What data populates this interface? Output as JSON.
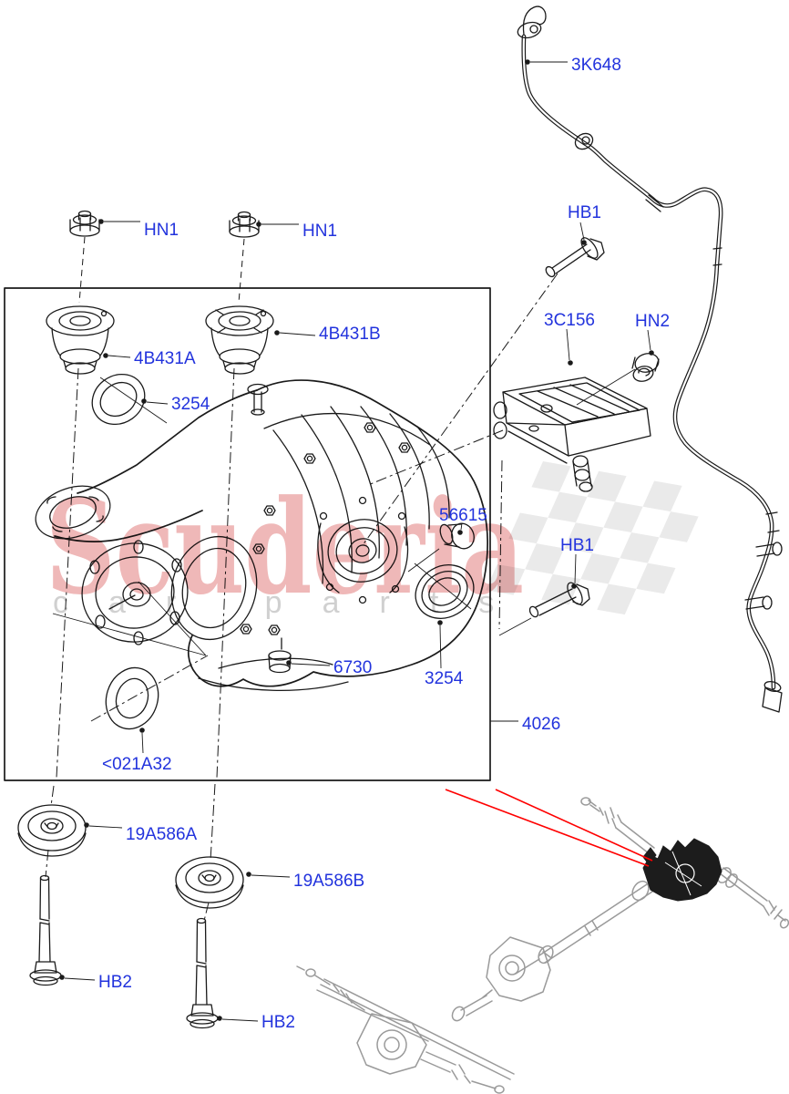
{
  "watermark": {
    "brand": "Scuderia",
    "tagline": "car parts",
    "brand_color": "#cc2222",
    "tagline_color": "#cccccc",
    "flag_color": "#d9d9d9"
  },
  "colors": {
    "background": "#ffffff",
    "label_blue": "#2233dd",
    "line_black": "#1a1a1a",
    "pointer_red": "#ff0000",
    "overview_gray": "#9a9a9a"
  },
  "labels": {
    "tube": {
      "text": "3K648"
    },
    "hn1_left": {
      "text": "HN1"
    },
    "hn1_right": {
      "text": "HN1"
    },
    "hb1_top": {
      "text": "HB1"
    },
    "bracket": {
      "text": "3C156"
    },
    "hn2": {
      "text": "HN2"
    },
    "bushing_a": {
      "text": "4B431A"
    },
    "bushing_b": {
      "text": "4B431B"
    },
    "seal_top": {
      "text": "3254"
    },
    "plug_56615": {
      "text": "56615"
    },
    "hb1_side": {
      "text": "HB1"
    },
    "plug_6730": {
      "text": "6730"
    },
    "seal_side": {
      "text": "3254"
    },
    "assembly_box": {
      "text": "4026"
    },
    "seal_021a32": {
      "text": "<021A32"
    },
    "washer_a": {
      "text": "19A586A"
    },
    "washer_b": {
      "text": "19A586B"
    },
    "hb2_left": {
      "text": "HB2"
    },
    "hb2_right": {
      "text": "HB2"
    }
  }
}
